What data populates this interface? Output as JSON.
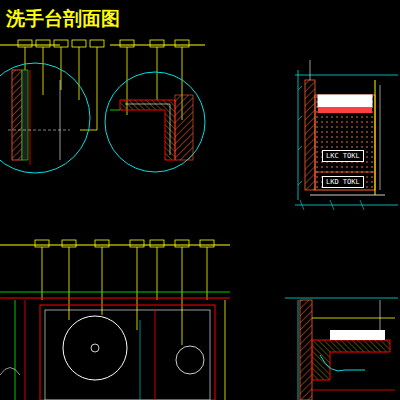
{
  "diagram": {
    "title": "洗手台剖面图",
    "labels": [
      "LKC TOKL",
      "LKD TOKL"
    ]
  }
}
